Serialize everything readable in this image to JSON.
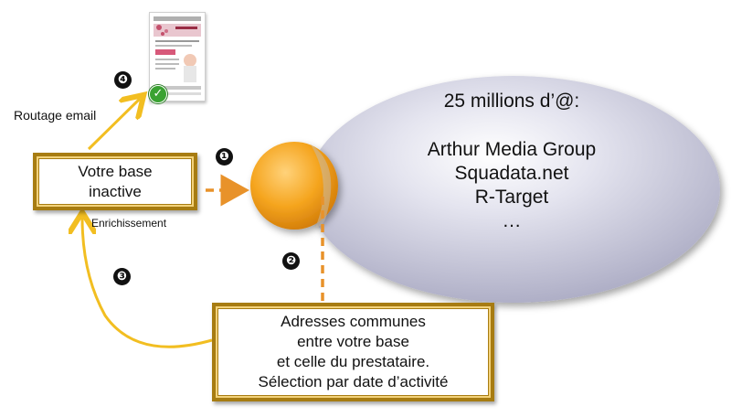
{
  "ellipse": {
    "title": "25 millions d’@:",
    "providers": [
      "Arthur Media Group",
      "Squadata.net",
      "R-Target",
      "…"
    ]
  },
  "nodes": {
    "base": {
      "lines": [
        "Votre base",
        "inactive"
      ]
    },
    "adresses": {
      "lines": [
        "Adresses communes",
        "entre votre base",
        "et celle du prestataire.",
        "Sélection par date d’activité"
      ]
    }
  },
  "labels": {
    "routage": "Routage email",
    "enrichissement": "Enrichissement"
  },
  "steps": [
    "❶",
    "❷",
    "❸",
    "❹"
  ],
  "colors": {
    "ellipse_fill": "#c8c8dc",
    "orange_circle": "#f4a21e",
    "arrow_orange": "#e8922a",
    "arrow_yellow": "#f2be21",
    "box_border": "#a77c12"
  },
  "icons": [
    "email-thumbnail-icon",
    "checkmark-icon"
  ]
}
